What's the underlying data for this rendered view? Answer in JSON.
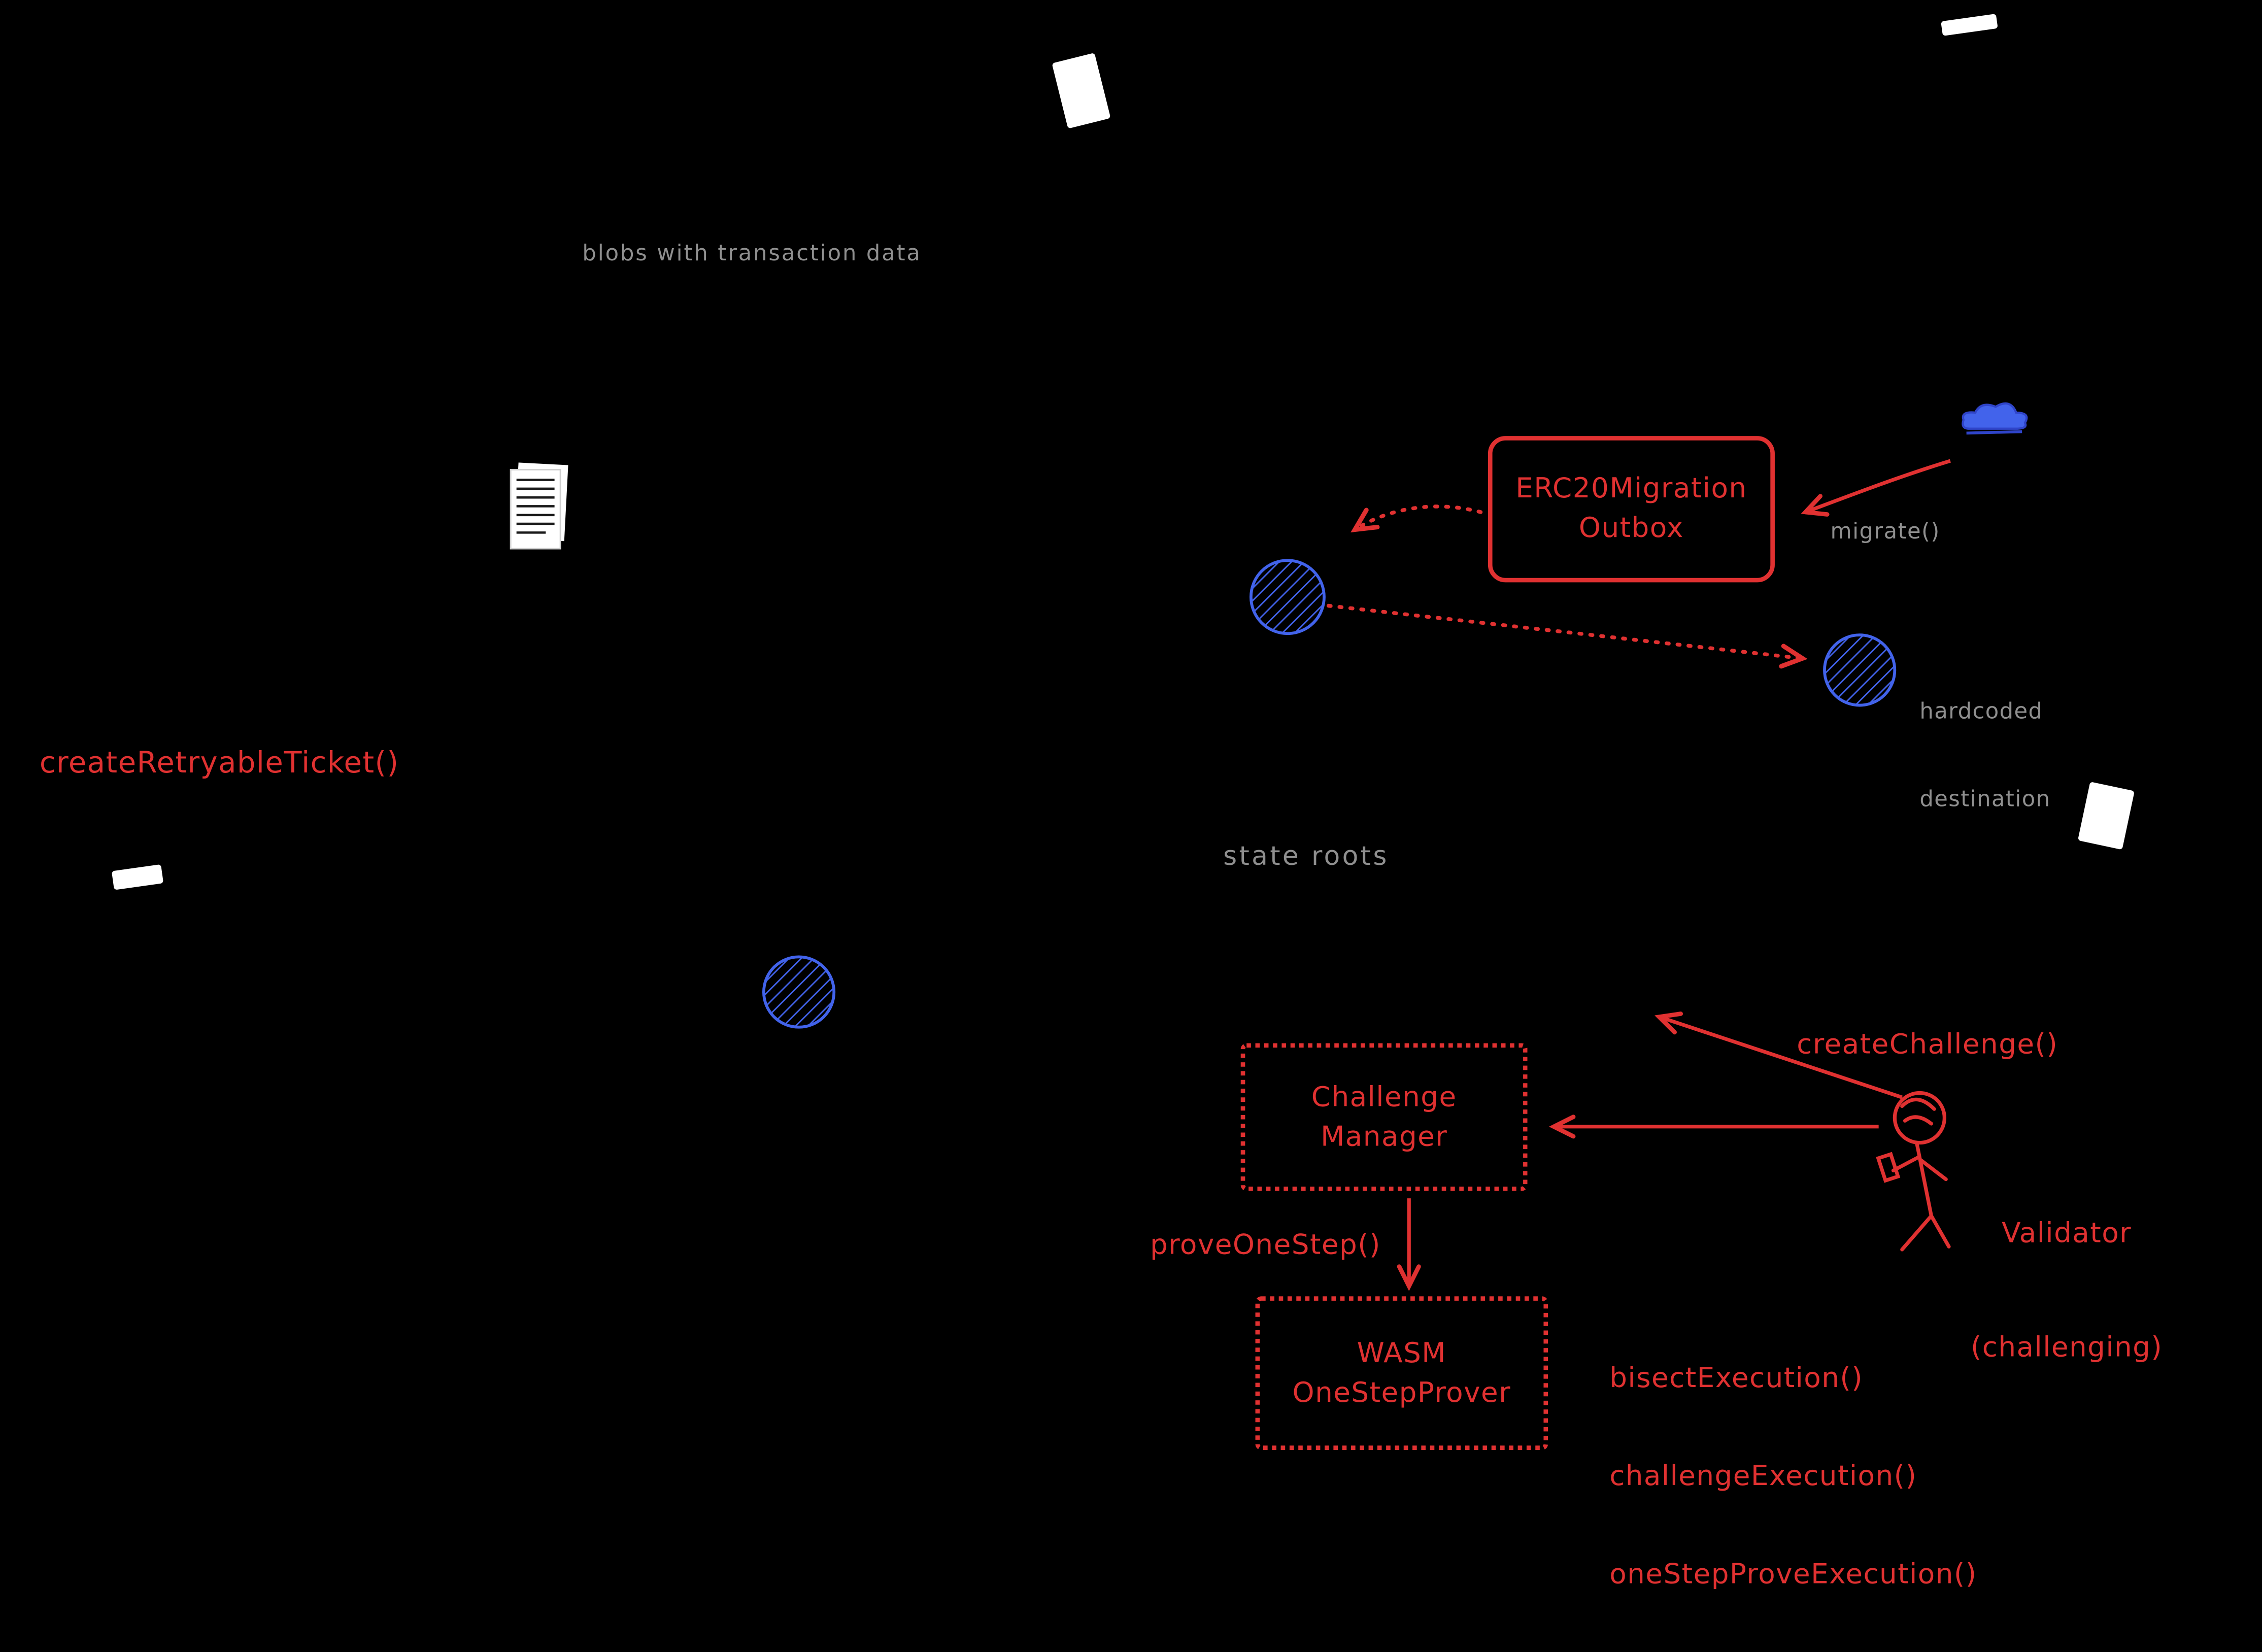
{
  "canvas": {
    "background": "#000000"
  },
  "colors": {
    "red": "#e03131",
    "gray": "#8f8f8f",
    "blue": "#4263eb",
    "white": "#ffffff"
  },
  "labels": {
    "blobs": "blobs with transaction data",
    "create_retryable_ticket": "createRetryableTicket()",
    "migrate": "migrate()",
    "state_roots": "state roots",
    "create_challenge": "createChallenge()",
    "prove_one_step": "proveOneStep()"
  },
  "hardcoded_destination": {
    "line1": "hardcoded",
    "line2": "destination"
  },
  "validator": {
    "line1": "Validator",
    "line2": "(challenging)"
  },
  "boxes": {
    "erc20_migration_outbox": {
      "line1": "ERC20Migration",
      "line2": "Outbox"
    },
    "challenge_manager": {
      "line1": "Challenge",
      "line2": "Manager"
    },
    "wasm_one_step_prover": {
      "line1": "WASM",
      "line2": "OneStepProver"
    }
  },
  "challenge_functions": {
    "items": [
      "bisectExecution()",
      "challengeExecution()",
      "oneStepProveExecution()"
    ]
  },
  "icons": {
    "document": "document-icon",
    "cloud": "cloud-icon",
    "token_large": "token-circle-icon",
    "token_destination": "token-circle-icon",
    "token_lower": "token-circle-icon",
    "validator_figure": "stick-figure-icon"
  }
}
